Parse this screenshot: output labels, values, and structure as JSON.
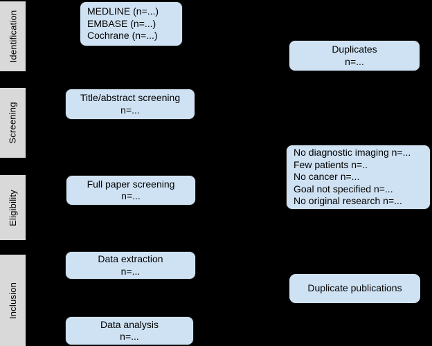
{
  "diagram": {
    "stages": [
      {
        "label": "Identification"
      },
      {
        "label": "Screening"
      },
      {
        "label": "Eligibility"
      },
      {
        "label": "Inclusion"
      }
    ],
    "boxes": {
      "sources": {
        "lines": [
          "MEDLINE (n=...)",
          "EMBASE (n=...)",
          "Cochrane (n=...)"
        ]
      },
      "title_abstract": {
        "title": "Title/abstract screening",
        "count": "n=..."
      },
      "duplicates": {
        "title": "Duplicates",
        "count": "n=..."
      },
      "full_paper": {
        "title": "Full paper screening",
        "count": "n=..."
      },
      "exclusions": {
        "lines": [
          "No diagnostic imaging n=...",
          "Few patients n=..",
          "No cancer n=...",
          "Goal not specified n=...",
          "No original research n=..."
        ]
      },
      "data_extraction": {
        "title": "Data extraction",
        "count": "n=..."
      },
      "duplicate_publications": {
        "title": "Duplicate publications"
      },
      "data_analysis": {
        "title": "Data analysis",
        "count": "n=..."
      }
    },
    "colors": {
      "background": "#000000",
      "box_fill": "#cfe2f3",
      "box_border": "#1a1a1a",
      "stage_fill": "#d9d9d9",
      "text": "#000000"
    }
  }
}
